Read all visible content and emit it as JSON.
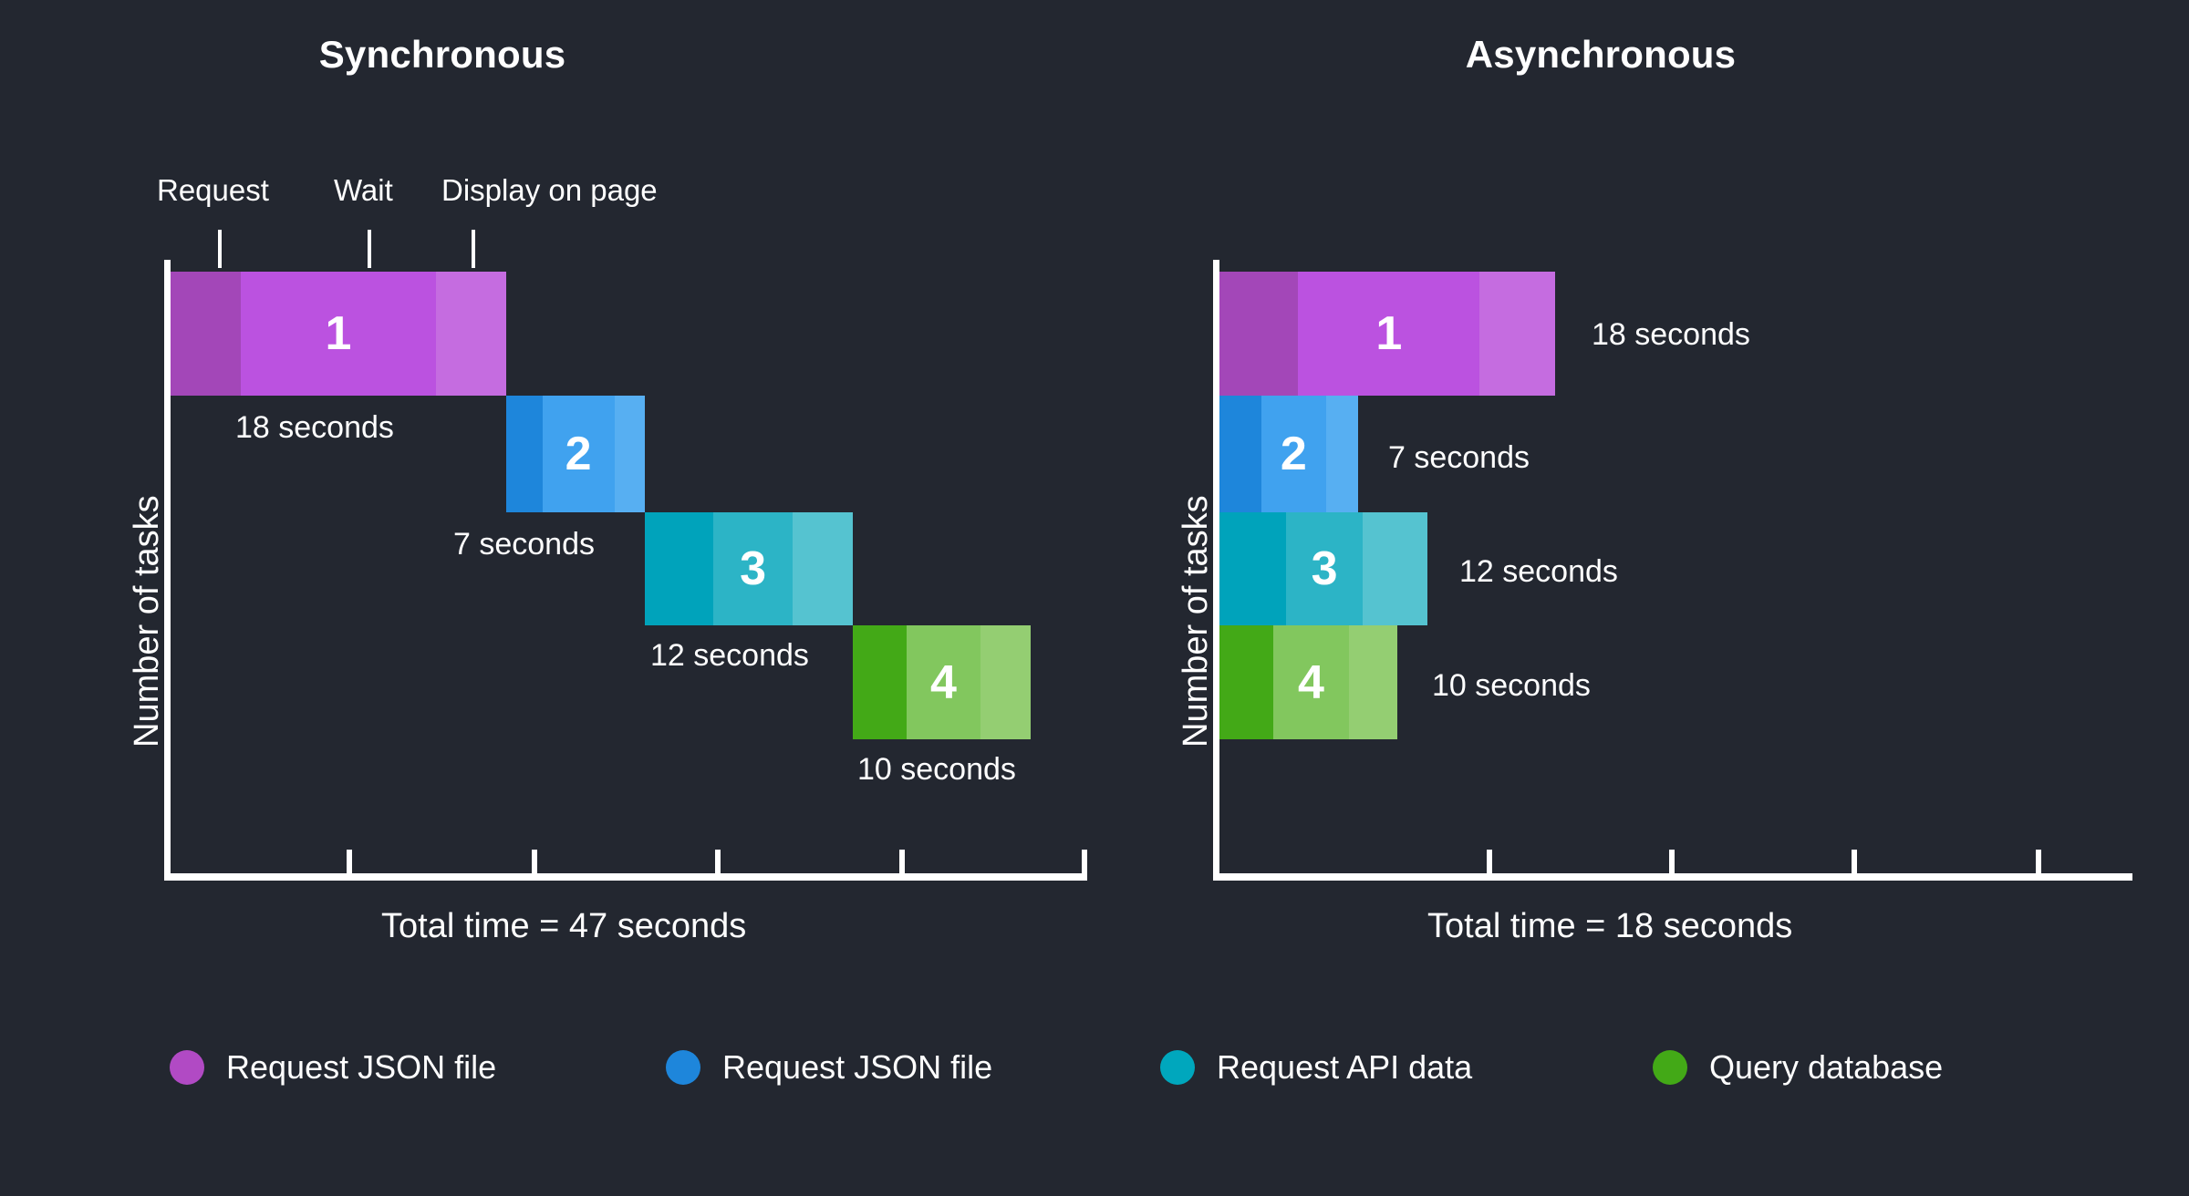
{
  "background_color": "#232730",
  "panels": [
    {
      "id": "sync",
      "title": "Synchronous",
      "y_axis_label": "Number of tasks",
      "x_axis_label": "Total time = 47 seconds",
      "phase_labels": [
        {
          "label": "Request"
        },
        {
          "label": "Wait"
        },
        {
          "label": "Display on page"
        }
      ],
      "bars": [
        {
          "number": "1",
          "caption": "18 seconds"
        },
        {
          "number": "2",
          "caption": "7 seconds"
        },
        {
          "number": "3",
          "caption": "12 seconds"
        },
        {
          "number": "4",
          "caption": "10 seconds"
        }
      ]
    },
    {
      "id": "async",
      "title": "Asynchronous",
      "y_axis_label": "Number of tasks",
      "x_axis_label": "Total time = 18 seconds",
      "bars": [
        {
          "number": "1",
          "caption": "18 seconds"
        },
        {
          "number": "2",
          "caption": "7 seconds"
        },
        {
          "number": "3",
          "caption": "12 seconds"
        },
        {
          "number": "4",
          "caption": "10 seconds"
        }
      ]
    }
  ],
  "legend": [
    {
      "label": "Request JSON file",
      "color": "#b14ac4"
    },
    {
      "label": "Request JSON file",
      "color": "#1e86db"
    },
    {
      "label": "Request API data",
      "color": "#00a7bd"
    },
    {
      "label": "Query database",
      "color": "#43a917"
    }
  ],
  "chart_data": {
    "type": "bar",
    "title": "Synchronous vs Asynchronous task execution",
    "orientation": "horizontal",
    "charts": [
      {
        "name": "Synchronous",
        "xlabel": "Total time = 47 seconds",
        "ylabel": "Number of tasks",
        "total_time_seconds": 47,
        "x_unit": "seconds",
        "xlim": [
          0,
          55
        ],
        "x_ticks": [
          10,
          20,
          30,
          40,
          47
        ],
        "grid": false,
        "legend_position": "bottom",
        "phase_annotations": [
          "Request",
          "Wait",
          "Display on page"
        ],
        "tasks": [
          {
            "task": 1,
            "label": "Request JSON file",
            "duration": 18,
            "start": 0,
            "end": 18,
            "color": "#b14ac4",
            "segments": [
              {
                "phase": "Request",
                "fraction": 0.21,
                "color": "#a347b8"
              },
              {
                "phase": "Wait",
                "fraction": 0.58,
                "color": "#bb52e0"
              },
              {
                "phase": "Display on page",
                "fraction": 0.21,
                "color": "#c56ce0"
              }
            ]
          },
          {
            "task": 2,
            "label": "Request JSON file",
            "duration": 7,
            "start": 18,
            "end": 25,
            "color": "#1e86db",
            "segments": [
              {
                "phase": "Request",
                "fraction": 0.26,
                "color": "#1e86db"
              },
              {
                "phase": "Wait",
                "fraction": 0.52,
                "color": "#40a2ef"
              },
              {
                "phase": "Display on page",
                "fraction": 0.22,
                "color": "#57aff2"
              }
            ]
          },
          {
            "task": 3,
            "label": "Request API data",
            "duration": 12,
            "start": 25,
            "end": 37,
            "color": "#00a7bd",
            "segments": [
              {
                "phase": "Request",
                "fraction": 0.33,
                "color": "#00a3bb"
              },
              {
                "phase": "Wait",
                "fraction": 0.38,
                "color": "#2cb4c6"
              },
              {
                "phase": "Display on page",
                "fraction": 0.29,
                "color": "#55c3d0"
              }
            ]
          },
          {
            "task": 4,
            "label": "Query database",
            "duration": 10,
            "start": 37,
            "end": 47,
            "color": "#43a917",
            "segments": [
              {
                "phase": "Request",
                "fraction": 0.3,
                "color": "#43a917"
              },
              {
                "phase": "Wait",
                "fraction": 0.42,
                "color": "#82c75e"
              },
              {
                "phase": "Display on page",
                "fraction": 0.28,
                "color": "#94ce72"
              }
            ]
          }
        ]
      },
      {
        "name": "Asynchronous",
        "xlabel": "Total time = 18 seconds",
        "ylabel": "Number of tasks",
        "total_time_seconds": 18,
        "x_unit": "seconds",
        "xlim": [
          0,
          24
        ],
        "x_ticks": [
          8,
          12,
          16,
          22
        ],
        "grid": false,
        "legend_position": "bottom",
        "tasks": [
          {
            "task": 1,
            "label": "Request JSON file",
            "duration": 18,
            "start": 0,
            "end": 18,
            "color": "#b14ac4",
            "segments": [
              {
                "phase": "Request",
                "fraction": 0.235,
                "color": "#a347b8"
              },
              {
                "phase": "Wait",
                "fraction": 0.54,
                "color": "#bb52e0"
              },
              {
                "phase": "Display on page",
                "fraction": 0.225,
                "color": "#c56ce0"
              }
            ]
          },
          {
            "task": 2,
            "label": "Request JSON file",
            "duration": 7,
            "start": 0,
            "end": 7,
            "color": "#1e86db",
            "segments": [
              {
                "phase": "Request",
                "fraction": 0.3,
                "color": "#1e86db"
              },
              {
                "phase": "Wait",
                "fraction": 0.47,
                "color": "#40a2ef"
              },
              {
                "phase": "Display on page",
                "fraction": 0.23,
                "color": "#57aff2"
              }
            ]
          },
          {
            "task": 3,
            "label": "Request API data",
            "duration": 12,
            "start": 0,
            "end": 12,
            "color": "#00a7bd",
            "segments": [
              {
                "phase": "Request",
                "fraction": 0.32,
                "color": "#00a3bb"
              },
              {
                "phase": "Wait",
                "fraction": 0.37,
                "color": "#2cb4c6"
              },
              {
                "phase": "Display on page",
                "fraction": 0.31,
                "color": "#55c3d0"
              }
            ]
          },
          {
            "task": 4,
            "label": "Query database",
            "duration": 10,
            "start": 0,
            "end": 10,
            "color": "#43a917",
            "segments": [
              {
                "phase": "Request",
                "fraction": 0.3,
                "color": "#43a917"
              },
              {
                "phase": "Wait",
                "fraction": 0.43,
                "color": "#82c75e"
              },
              {
                "phase": "Display on page",
                "fraction": 0.27,
                "color": "#94ce72"
              }
            ]
          }
        ]
      }
    ]
  }
}
